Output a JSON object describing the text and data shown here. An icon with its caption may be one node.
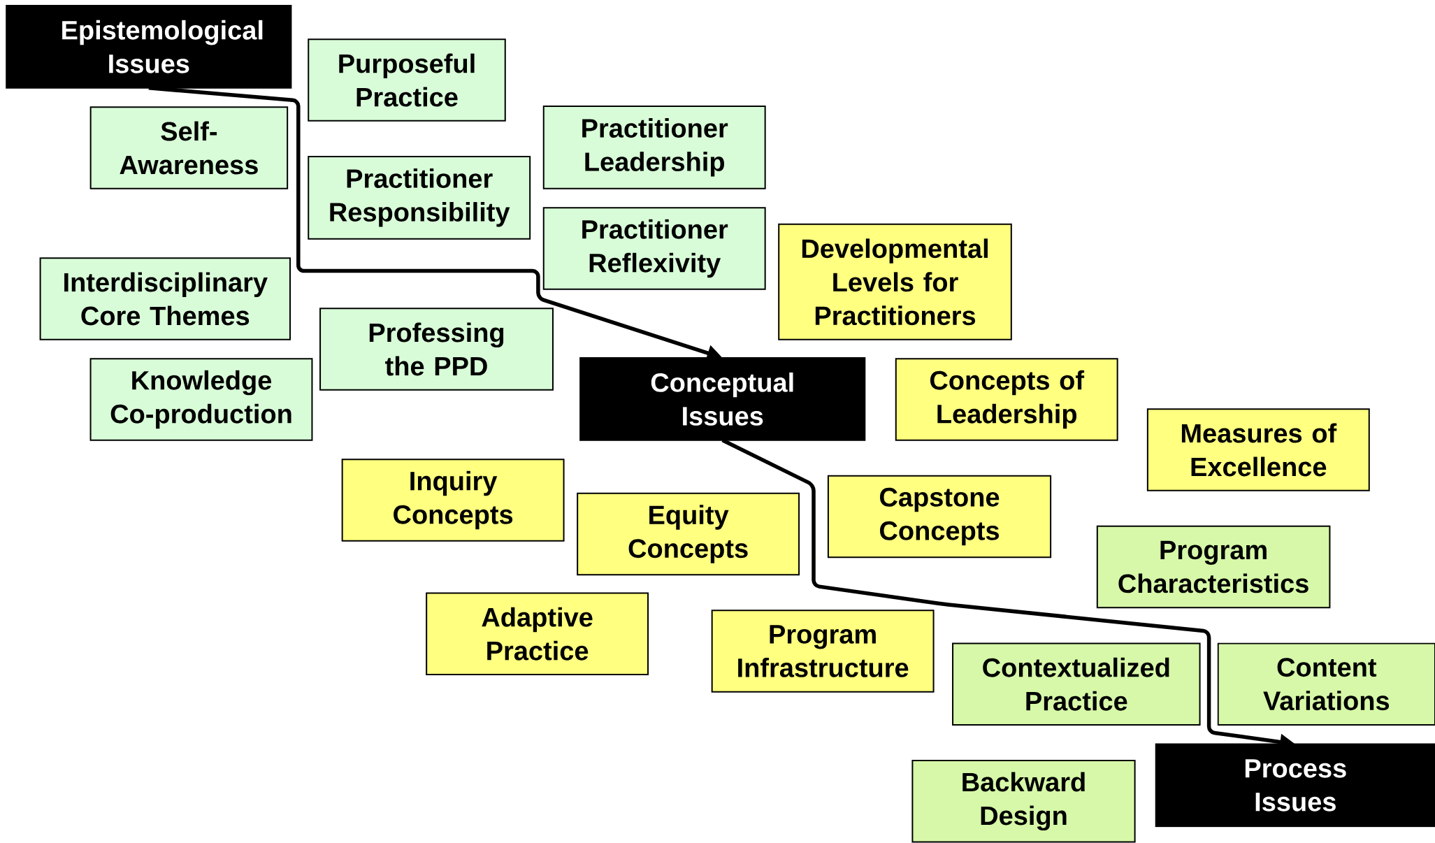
{
  "diagram": {
    "nodes": [
      {
        "text": [
          "Epistemological Issues"
        ]
      },
      {
        "text": [
          "Purposeful Practice"
        ]
      },
      {
        "text": [
          "Self-Awareness"
        ]
      },
      {
        "text": [
          "Practitioner Responsibility"
        ]
      },
      {
        "text": [
          "Practitioner Leadership"
        ]
      },
      {
        "text": [
          "Practitioner Reflexivity"
        ]
      },
      {
        "text": [
          "Interdisciplinary Core Themes"
        ]
      },
      {
        "text": [
          "Developmental Levels for Practitioners"
        ]
      },
      {
        "text": [
          "Professing the PPD"
        ]
      },
      {
        "text": [
          "Knowledge Co-production"
        ]
      },
      {
        "text": [
          "Conceptual Issues"
        ]
      },
      {
        "text": [
          "Concepts of Leadership"
        ]
      },
      {
        "text": [
          "Measures of Excellence"
        ]
      },
      {
        "text": [
          "Inquiry Concepts"
        ]
      },
      {
        "text": [
          "Equity Concepts"
        ]
      },
      {
        "text": [
          "Capstone Concepts"
        ]
      },
      {
        "text": [
          "Program Characteristics"
        ]
      },
      {
        "text": [
          "Adaptive Practice"
        ]
      },
      {
        "text": [
          "Program Infrastructure"
        ]
      },
      {
        "text": [
          "Contextualized Practice"
        ]
      },
      {
        "text": [
          "Content Variations"
        ]
      },
      {
        "text": [
          "Backward Design"
        ]
      },
      {
        "text": [
          "Process Issues"
        ]
      }
    ],
    "edges": [
      {
        "from": 0,
        "to": 10,
        "arrow": "to"
      },
      {
        "from": 10,
        "to": 22,
        "arrow": "to"
      }
    ]
  }
}
